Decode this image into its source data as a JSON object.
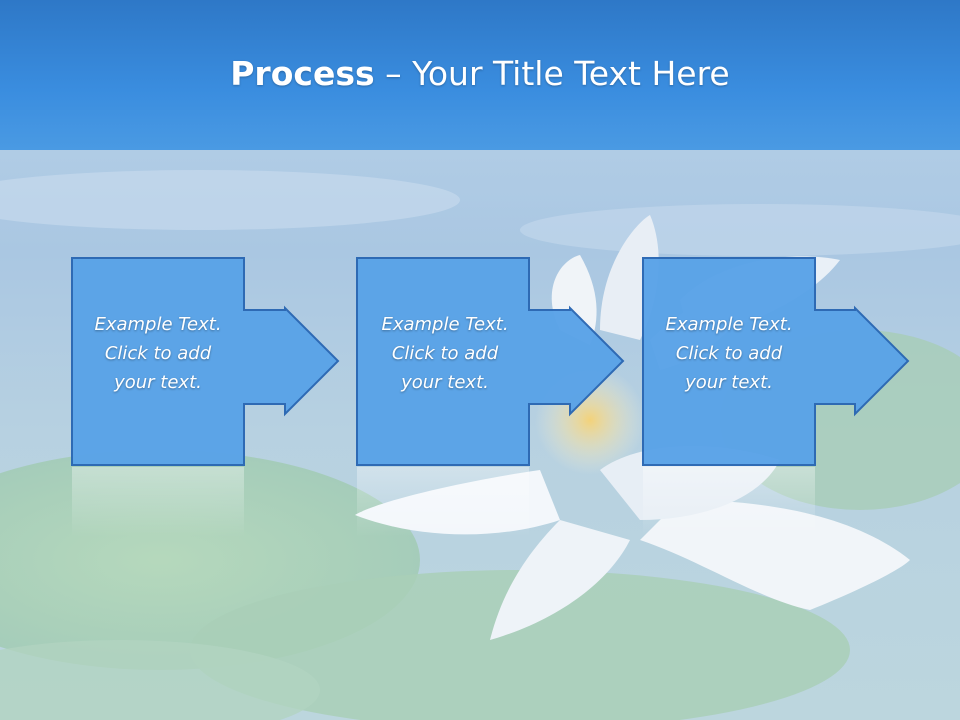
{
  "title": {
    "bold": "Process",
    "rest": " – Your Title Text Here"
  },
  "steps": [
    {
      "line1": "Example Text.",
      "line2": "Click  to add",
      "line3": "your text."
    },
    {
      "line1": "Example Text.",
      "line2": "Click  to add",
      "line3": "your text."
    },
    {
      "line1": "Example Text.",
      "line2": "Click  to add",
      "line3": "your text."
    }
  ],
  "colors": {
    "box_fill": "#5aa3e8",
    "box_stroke": "#2a67b3",
    "title_band": "#2e78c7"
  }
}
